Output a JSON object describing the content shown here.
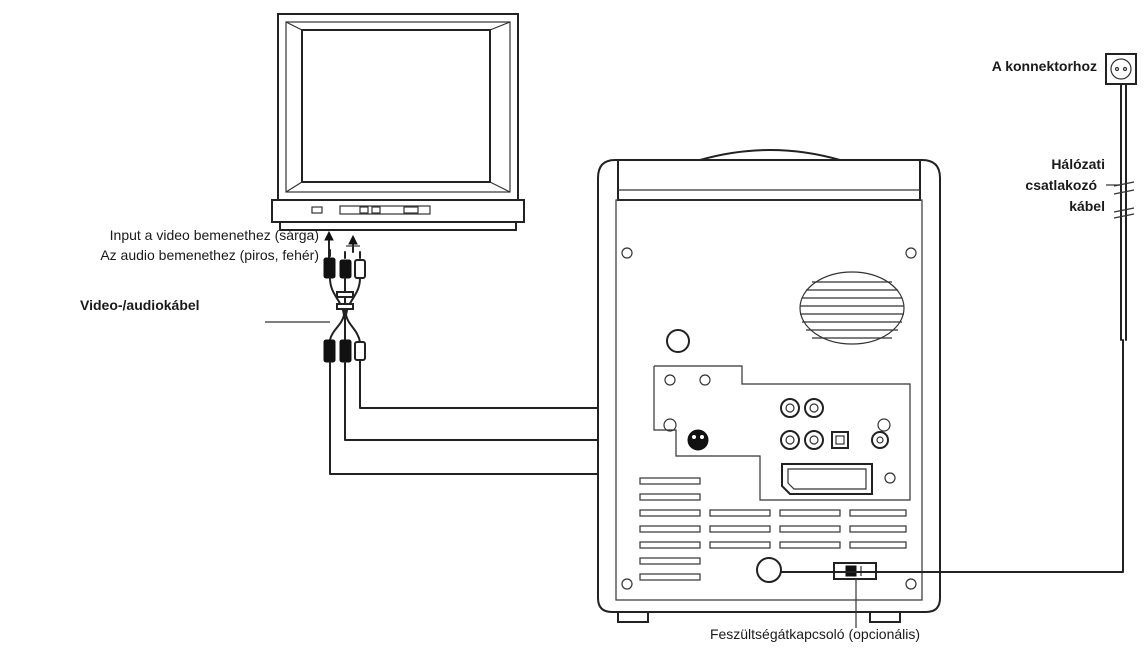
{
  "labels": {
    "connector": "A konnektorhoz",
    "power_cable_line1": "Hálózati",
    "power_cable_line2": "csatlakozó",
    "power_cable_line3": "kábel",
    "video_input": "Input a video bemenethez (sárga)",
    "audio_input": "Az audio bemenethez (piros, fehér)",
    "av_cable": "Video-/audiokábel",
    "voltage_switch": "Feszültségátkapcsoló (opcionális)"
  },
  "colors": {
    "line": "#222222",
    "background": "#ffffff"
  },
  "icons": {
    "outlet": "wall-outlet-icon",
    "tv": "crt-television-icon",
    "player": "dvd-player-rear-panel-icon"
  }
}
